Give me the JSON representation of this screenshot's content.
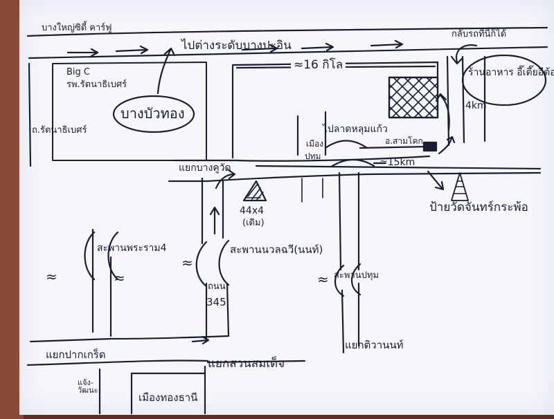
{
  "map": {
    "labels": {
      "top_left": "บางใหญ่ซิตี้ คาร์ฟู",
      "bang_pa_in": "ไปต่างระดับบางปะอิน",
      "u_turn": "กลับรถที่นี่ก็ได้",
      "restaurant": "ร้านอาหาร อี๊เตี๊ยอีต้อย",
      "dist_4km": "4km",
      "dist_16": "≈16 กิโล",
      "big_c": "Big C",
      "hospital": "รพ.รัตนาธิเบศร์",
      "bang_bua_thong": "บางบัวทอง",
      "rattanathibet_rd": "ถ.รัตนาธิเบศร์",
      "to_lat_lum_kaeo": "ไปลาดหลุมแก้ว",
      "sam_khok": "อ.สามโคก",
      "mueang": "เมือง",
      "pathum": "ปทุม",
      "bang_khu_wat": "แยกบางคูวัด",
      "dist_15km": "≈15km",
      "road_44x4": "44x4",
      "road_44x4_note": "(เดิม)",
      "wat_sign": "ป้ายวัดจันทร์กระพ้อ",
      "rama4_bridge": "สะพานพระราม4",
      "nuanchan_bridge": "สะพานนวลฉวี(นนท์)",
      "road_label": "ถนน",
      "road_345": "345",
      "pathum_bridge": "สะพานปทุม",
      "wave": "≈",
      "wave_left": "≈",
      "wave_mid": "≈",
      "wave_center": "≈",
      "pak_kret": "แยกปากเกร็ด",
      "suan_somdet": "แยกสวนสมเด็จ",
      "tiwanon": "แยกติวานนท์",
      "chaeng_wattana": "แจ้ง-วัฒนะ",
      "mueang_thong_thani": "เมืองทองธานี"
    }
  }
}
